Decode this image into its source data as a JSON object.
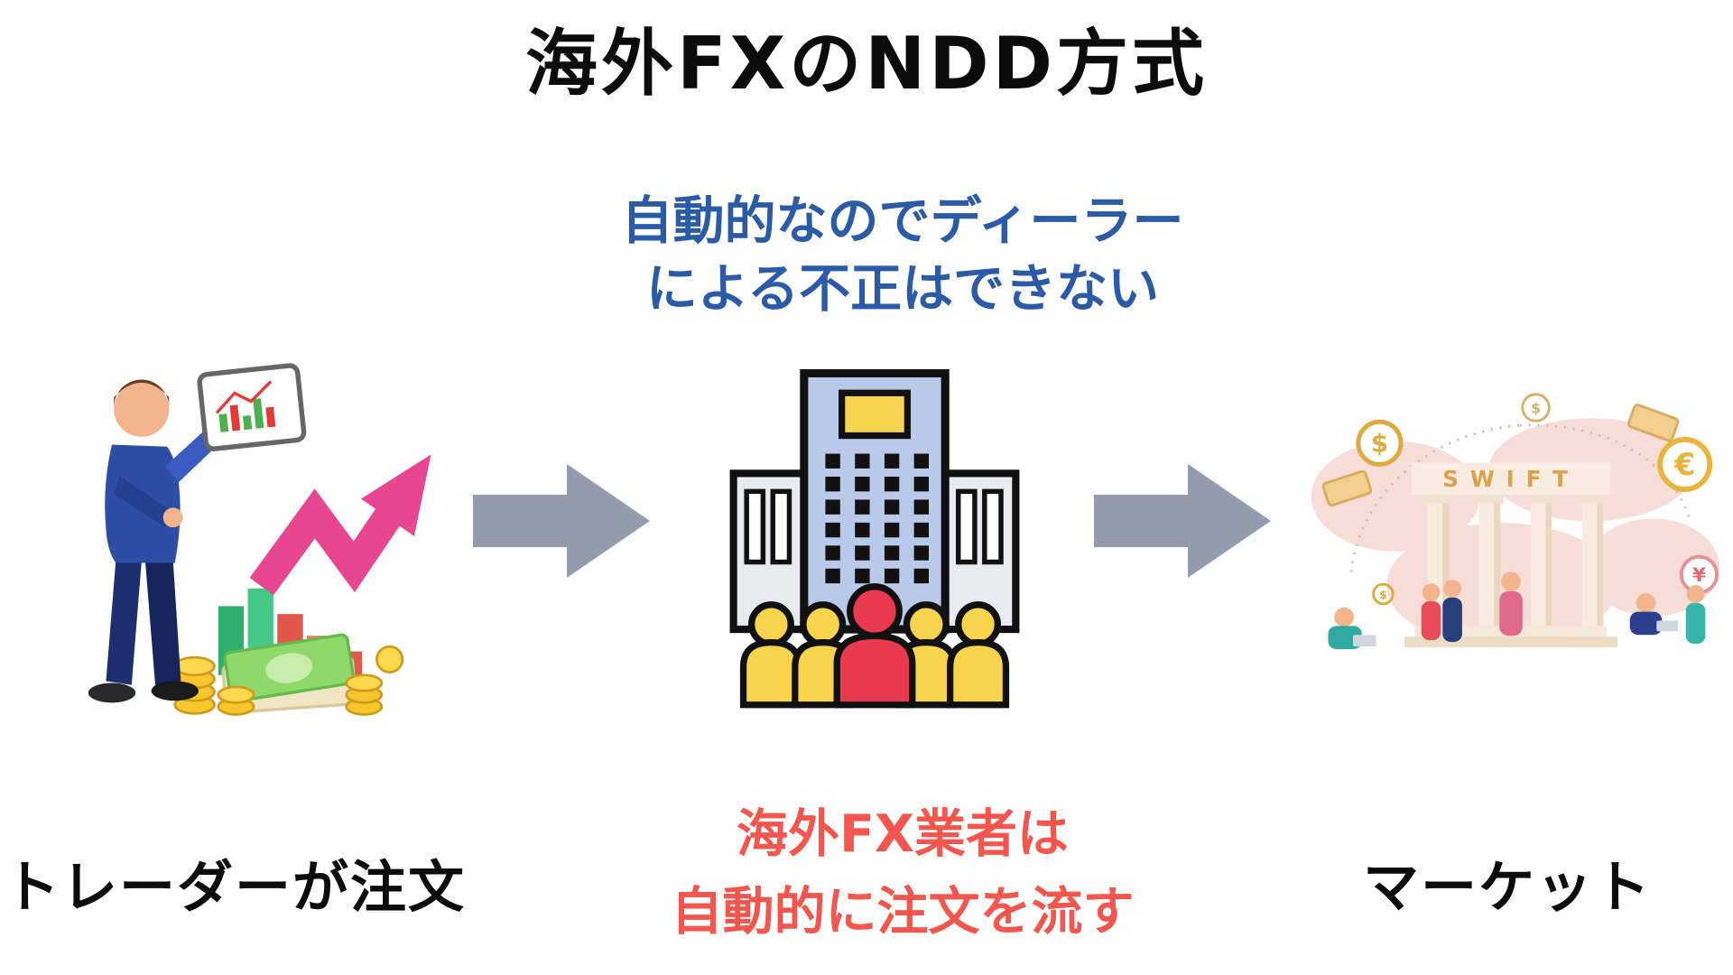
{
  "title": "海外FXのNDD方式",
  "notes": {
    "dealer": {
      "line1": "自動的なのでディーラー",
      "line2": "による不正はできない"
    },
    "broker": {
      "line1": "海外FX業者は",
      "line2": "自動的に注文を流す"
    }
  },
  "labels": {
    "trader": "トレーダーが注文",
    "market": "マーケット"
  },
  "market": {
    "bank_sign": "SWIFT"
  },
  "illustrations": {
    "trader": "businessman-with-tablet-chart-and-money",
    "broker": "fx-broker-building-with-clients",
    "market": "swift-bank-global-market"
  },
  "colors": {
    "title_text": "#0c0c0c",
    "blue_note": "#2b5aa7",
    "red_note": "#f4564e",
    "flow_arrow": "#939cab",
    "trend_arrow_pink": "#e8478f",
    "building_fill": "#b9c9ea",
    "person_yellow": "#f8d34c",
    "person_red": "#e8394e",
    "coin_gold": "#f6c62d",
    "bank_cream": "#f7ecdf",
    "swift_gold": "#d9a24b"
  }
}
